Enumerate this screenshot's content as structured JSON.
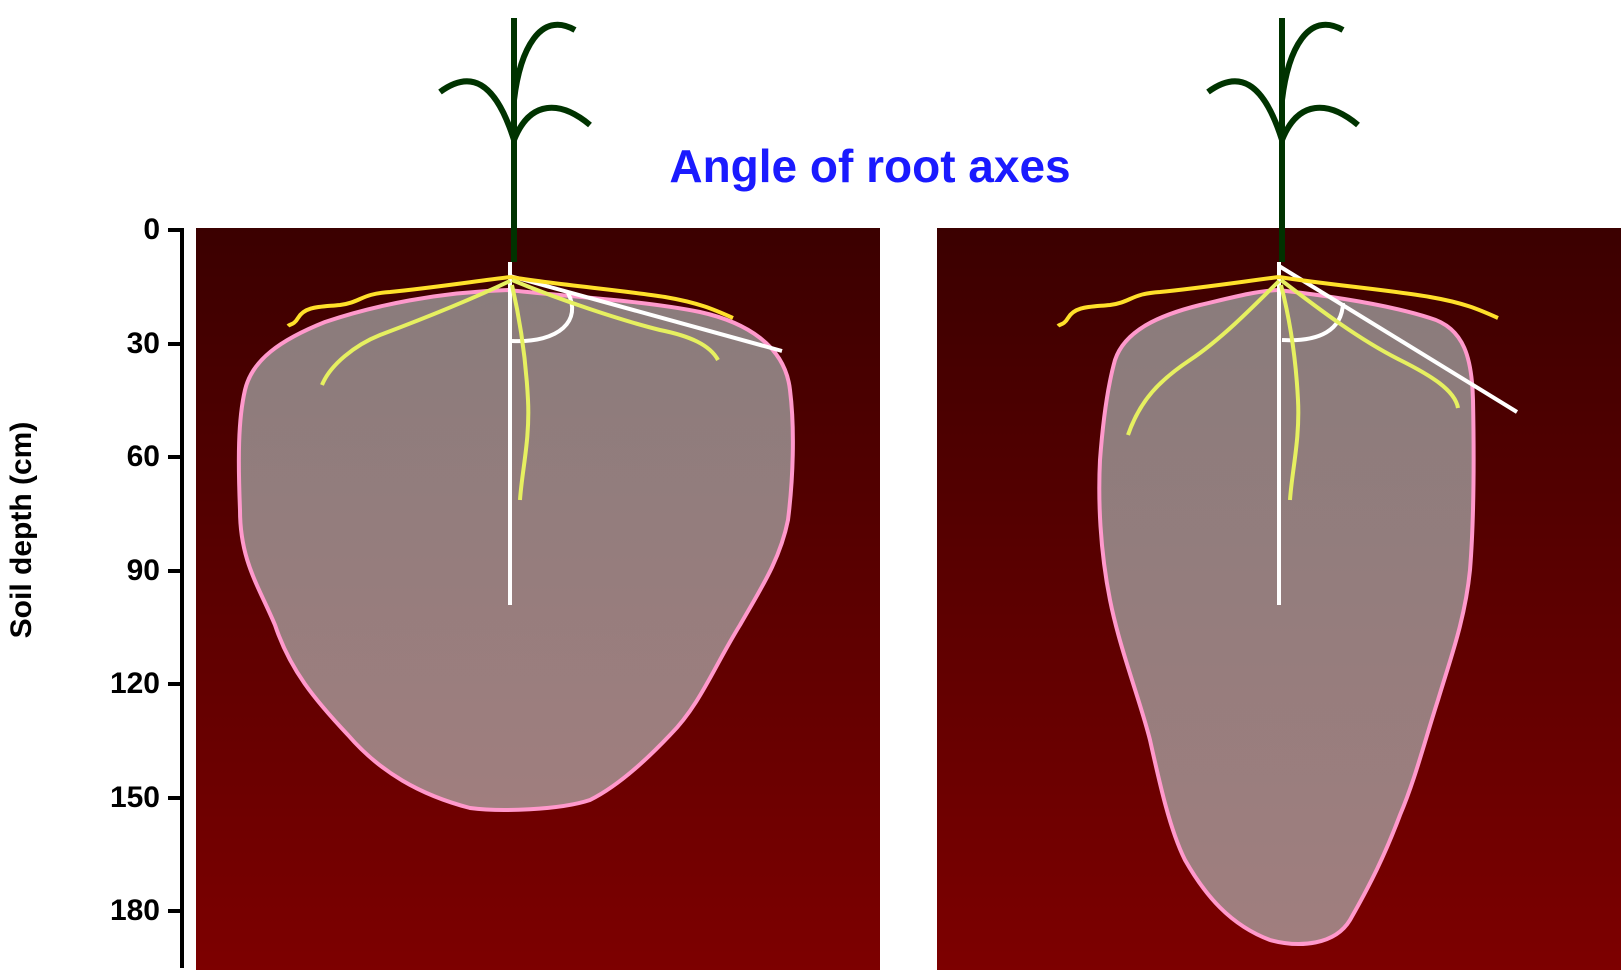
{
  "title": "Angle of root axes",
  "y_axis": {
    "label": "Soil depth (cm)",
    "ticks": [
      "0",
      "30",
      "60",
      "90",
      "120",
      "150",
      "180"
    ]
  },
  "colors": {
    "title": "#1a1aff",
    "soil_top": "#3b0000",
    "soil_bottom": "#7d0000",
    "root_zone_fill": "#b4a4a2",
    "root_zone_outline": "#ff99cc",
    "shoot": "#003300",
    "root_yellow": "#ffe02a",
    "root_light": "#e6f060",
    "angle_lines": "#ffffff"
  },
  "panels": [
    {
      "name": "wide-root-angle",
      "root_zone_shape": "broad-shallow"
    },
    {
      "name": "narrow-root-angle",
      "root_zone_shape": "narrow-deep"
    }
  ]
}
